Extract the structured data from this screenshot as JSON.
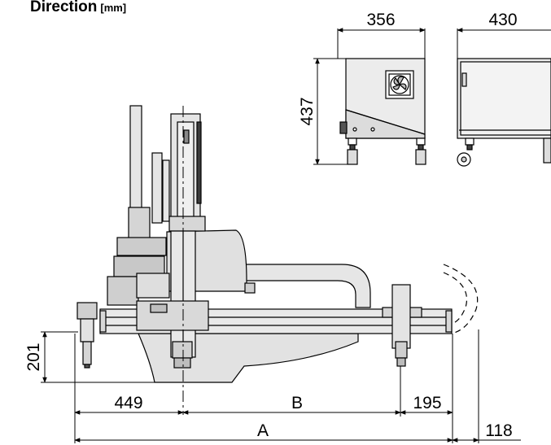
{
  "title": {
    "text": "Direction",
    "unit": "[mm]"
  },
  "dimensions": {
    "control_width": "356",
    "control_depth": "430",
    "control_height": "437",
    "arm_height": "201",
    "left_offset": "449",
    "stroke_b": "B",
    "right_offset": "195",
    "total_a": "A",
    "cable_overhang": "118"
  },
  "colors": {
    "line": "#000000",
    "fill": "#e8e8e8",
    "dark": "#3c3c3c"
  }
}
